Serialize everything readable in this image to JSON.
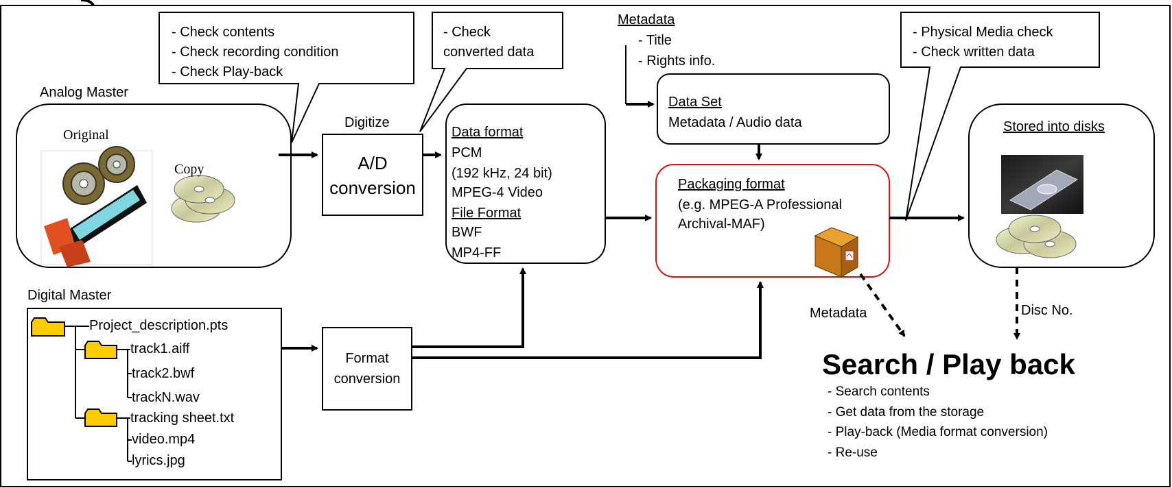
{
  "callouts": {
    "ingest": [
      "- Check contents",
      "- Check recording condition",
      "- Check Play-back"
    ],
    "converted": [
      "- Check",
      "converted data"
    ],
    "media": [
      "- Physical Media check",
      "- Check written data"
    ]
  },
  "metadata_list": {
    "heading": "Metadata",
    "items": [
      "- Title",
      "- Rights info."
    ]
  },
  "analog": {
    "label": "Analog Master",
    "original": "Original",
    "copy": "Copy"
  },
  "digitize": {
    "label": "Digitize",
    "box": [
      "A/D",
      "conversion"
    ]
  },
  "data_format": {
    "heading": "Data format",
    "lines": [
      "PCM",
      "(192 kHz, 24 bit)",
      "MPEG-4 Video"
    ],
    "file_heading": "File Format",
    "file_lines": [
      "BWF",
      "MP4-FF"
    ]
  },
  "data_set": {
    "heading": "Data Set",
    "text": "Metadata / Audio data"
  },
  "packaging": {
    "heading": "Packaging format",
    "lines": [
      "(e.g. MPEG-A Professional",
      "Archival-MAF)"
    ]
  },
  "storage": {
    "heading": "Stored into disks"
  },
  "digital": {
    "label": "Digital Master",
    "tree": [
      {
        "name": "Project_description.pts",
        "folder": true,
        "level": 0
      },
      {
        "name": "track1.aiff",
        "folder": true,
        "level": 1
      },
      {
        "name": "track2.bwf",
        "folder": false,
        "level": 2
      },
      {
        "name": "trackN.wav",
        "folder": false,
        "level": 2
      },
      {
        "name": "tracking sheet.txt",
        "folder": true,
        "level": 1
      },
      {
        "name": "video.mp4",
        "folder": false,
        "level": 2
      },
      {
        "name": "lyrics.jpg",
        "folder": false,
        "level": 2
      }
    ]
  },
  "format_conversion": [
    "Format",
    "conversion"
  ],
  "edge_labels": {
    "metadata": "Metadata",
    "disc": "Disc No."
  },
  "search": {
    "title": "Search / Play back",
    "items": [
      "- Search contents",
      "- Get data from the storage",
      "- Play-back (Media format conversion)",
      "- Re-use"
    ]
  },
  "colors": {
    "packaging_border": "#e01010",
    "folder_fill": "#ffcc00",
    "line": "#000000"
  }
}
